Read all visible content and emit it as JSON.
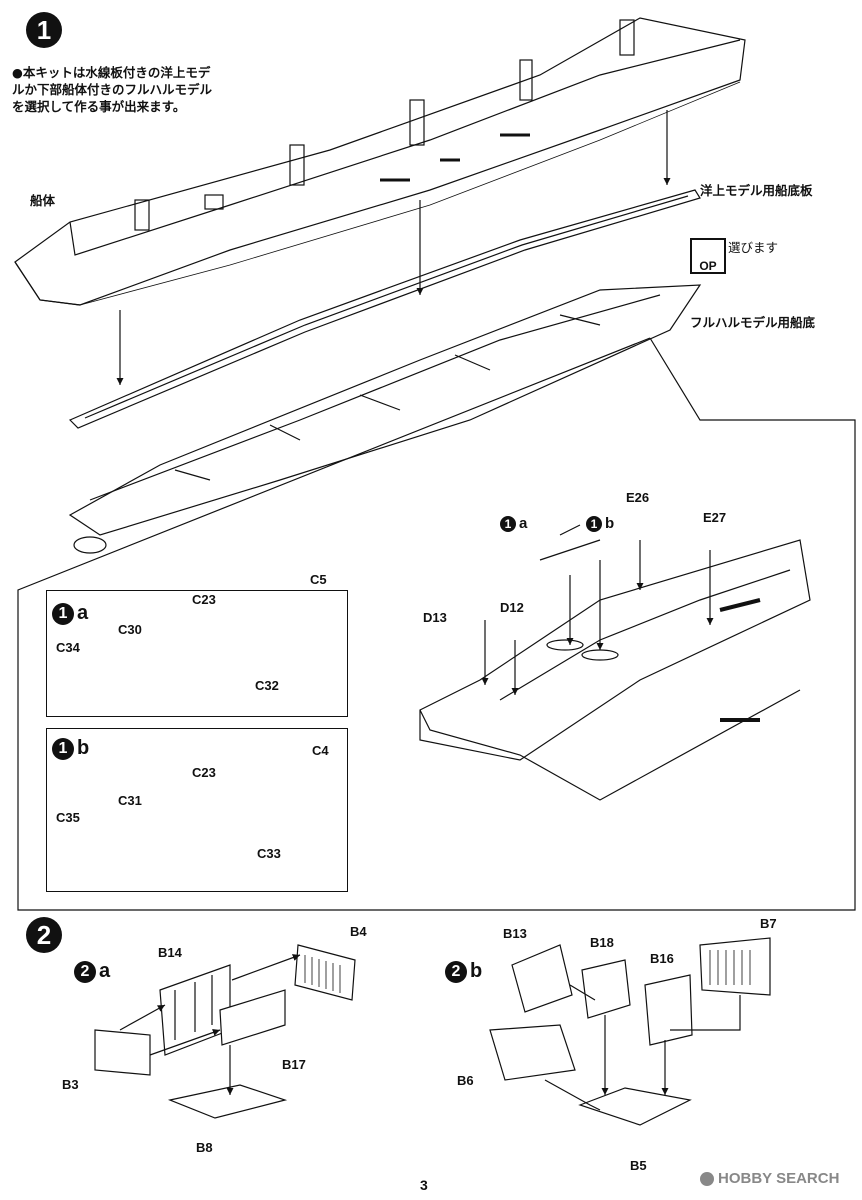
{
  "step1": {
    "number": "1",
    "note": "●本キットは水線板付きの洋上モデルか下部船体付きのフルハルモデルを選択して作る事が出来ます。",
    "hull_label": "船体",
    "waterline_label": "洋上モデル用船底板",
    "choose_label": "選びます",
    "op_label": "OP",
    "fullhull_label": "フルハルモデル用船底"
  },
  "step1a": {
    "sub": "a",
    "parts": [
      "C34",
      "C30",
      "C23",
      "C5",
      "C32"
    ]
  },
  "step1b": {
    "sub": "b",
    "parts": [
      "C35",
      "C31",
      "C23",
      "C4",
      "C33"
    ]
  },
  "detail": {
    "ref_a": "a",
    "ref_b": "b",
    "parts": [
      "E26",
      "E27",
      "D13",
      "D12"
    ]
  },
  "step2": {
    "number": "2",
    "a": {
      "sub": "a",
      "parts": [
        "B14",
        "B4",
        "B17",
        "B3",
        "B8"
      ]
    },
    "b": {
      "sub": "b",
      "parts": [
        "B13",
        "B18",
        "B16",
        "B7",
        "B6",
        "B5"
      ]
    }
  },
  "footer": {
    "page": "3",
    "watermark": "HOBBY SEARCH"
  }
}
